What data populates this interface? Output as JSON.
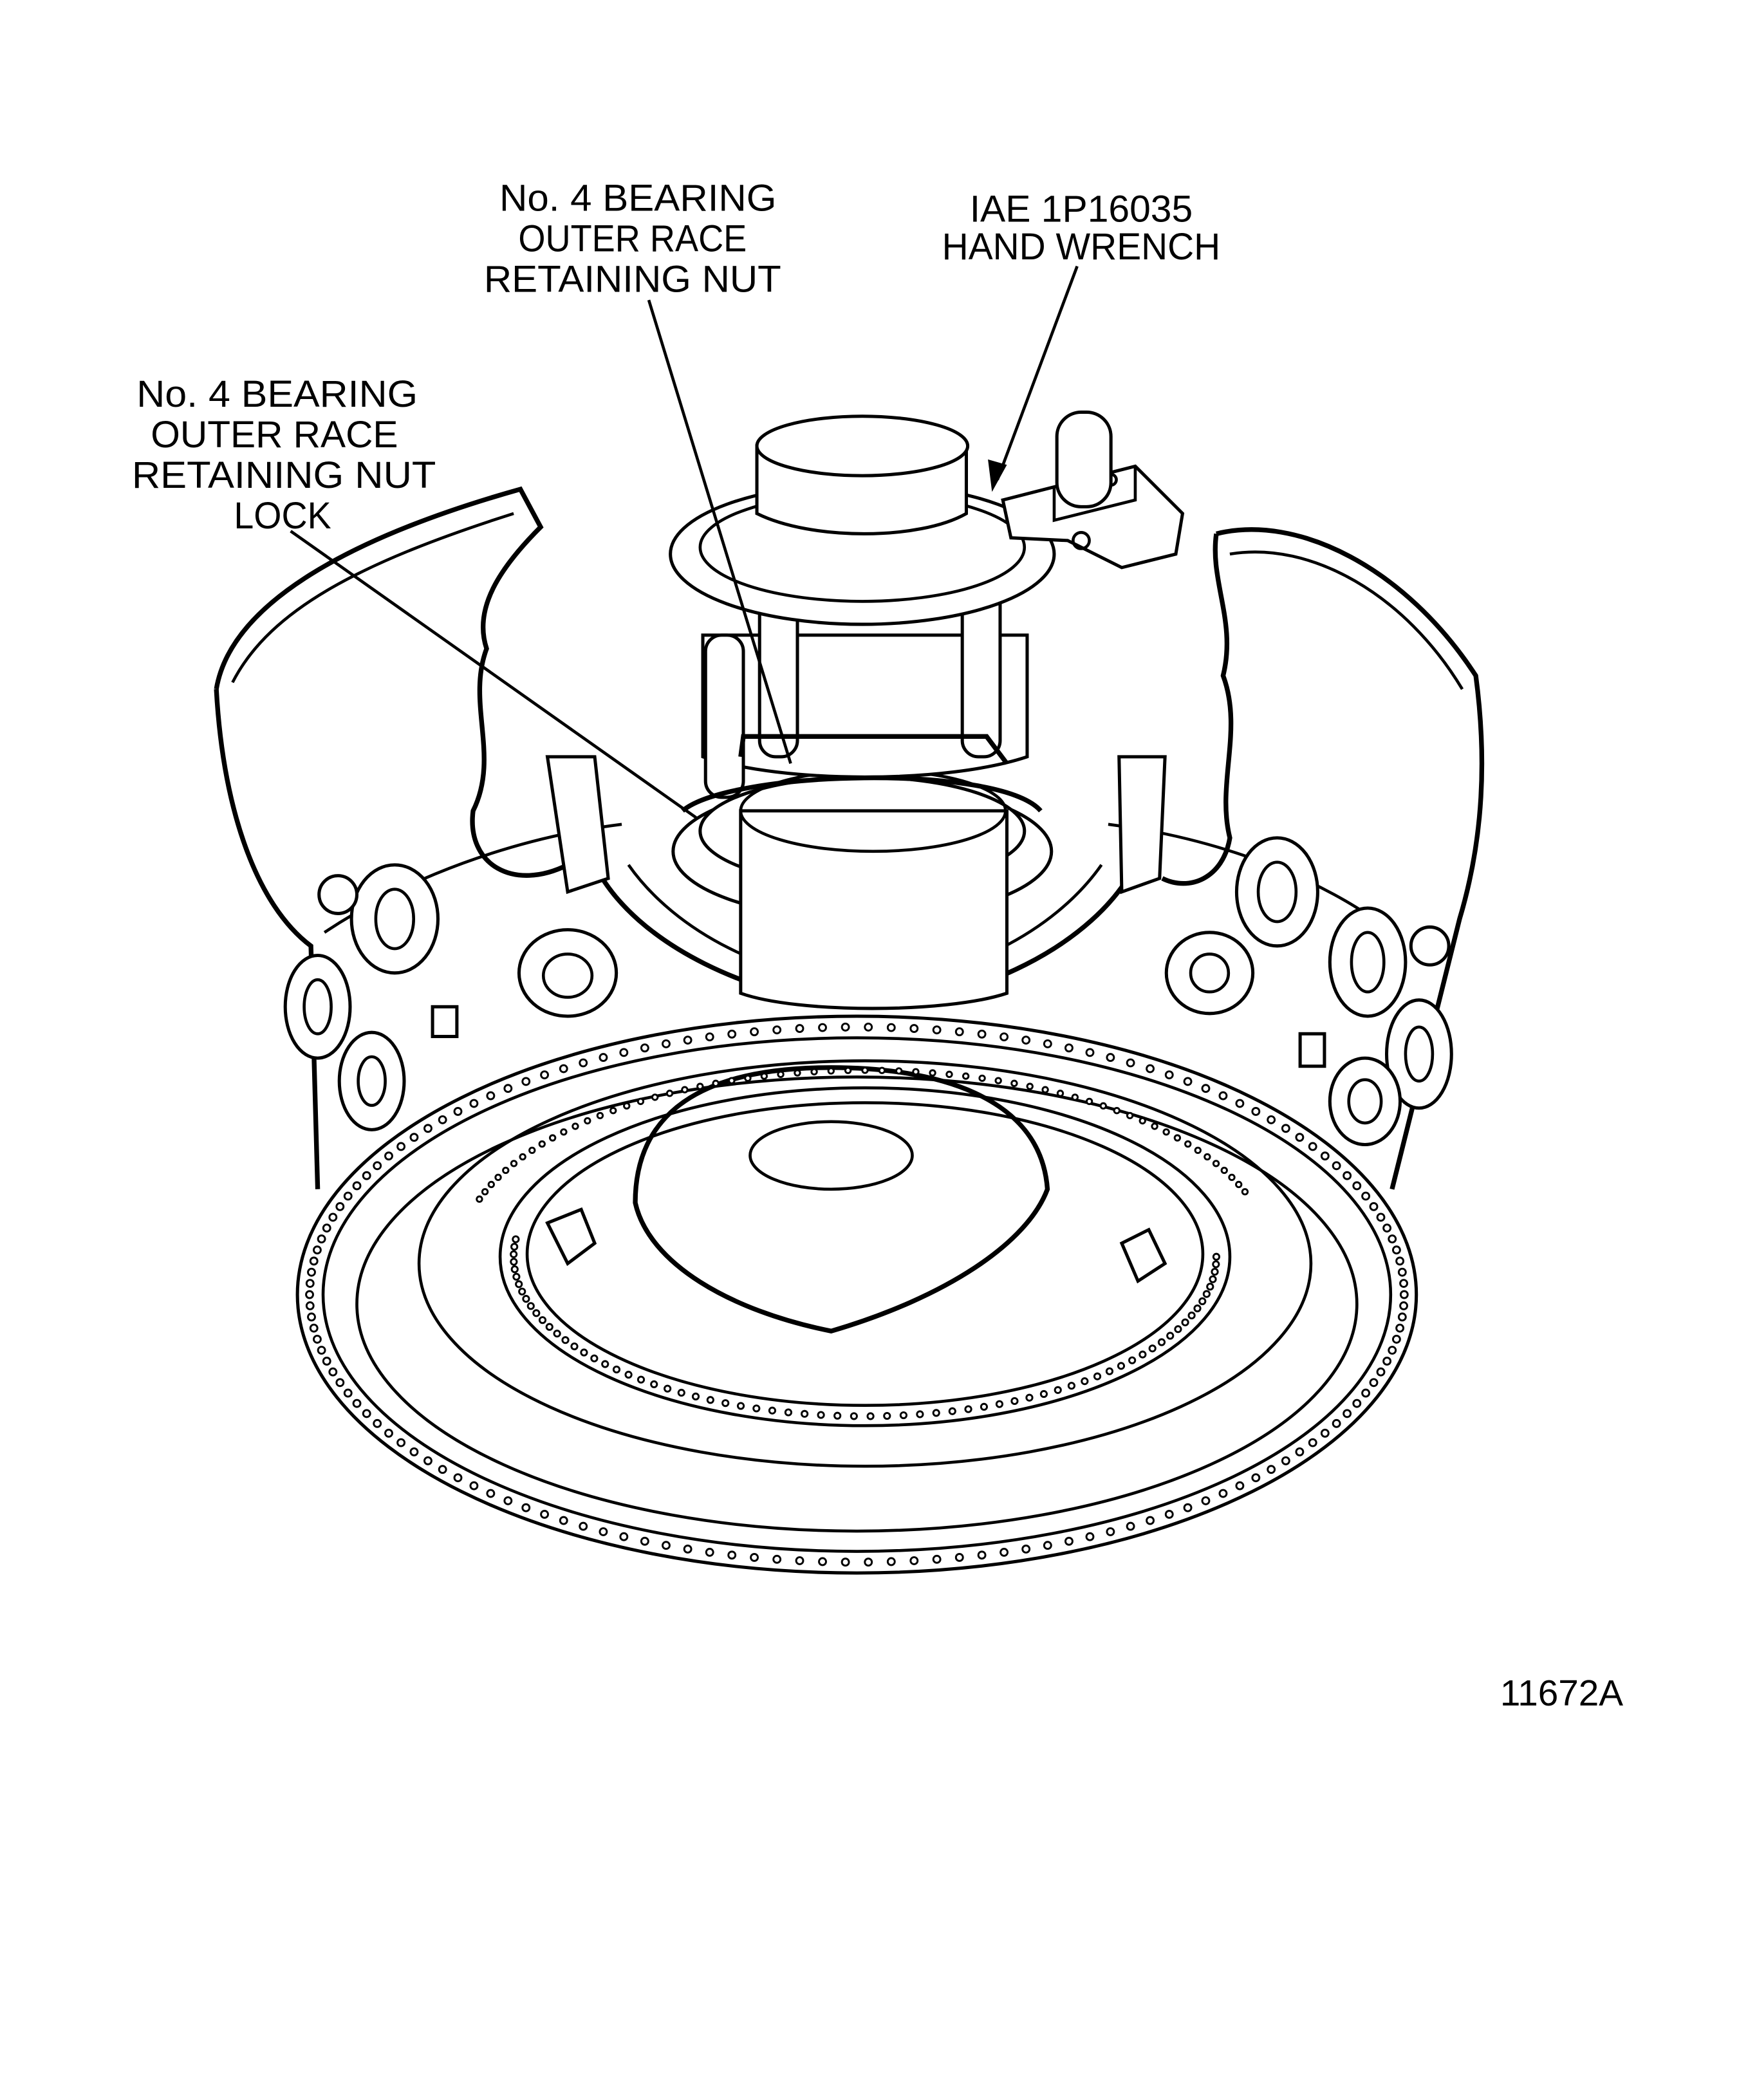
{
  "figure": {
    "callouts": {
      "retaining_nut": [
        "No. 4 BEARING",
        "OUTER RACE",
        "RETAINING NUT"
      ],
      "hand_wrench": [
        "IAE 1P16035",
        "HAND WRENCH"
      ],
      "retaining_nut_lock": [
        "No. 4 BEARING",
        "OUTER RACE",
        "RETAINING NUT",
        "LOCK"
      ]
    },
    "figure_number": "11672A",
    "line_color": "#000000",
    "background": "#ffffff"
  }
}
